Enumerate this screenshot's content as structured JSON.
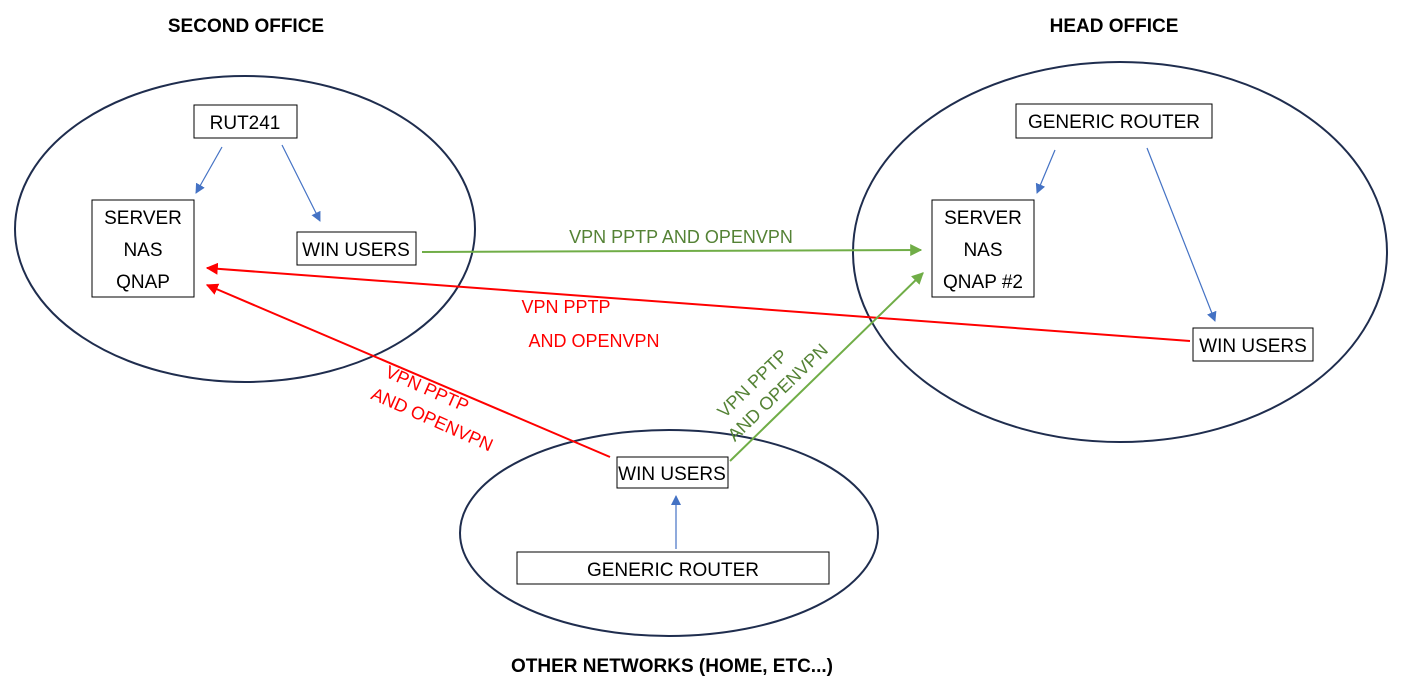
{
  "titles": {
    "second_office": "SECOND OFFICE",
    "head_office": "HEAD OFFICE",
    "other_networks": "OTHER NETWORKS (HOME, ETC...)"
  },
  "second_office": {
    "router": "RUT241",
    "server": [
      "SERVER",
      "NAS",
      "QNAP"
    ],
    "users": "WIN USERS"
  },
  "head_office": {
    "router": "GENERIC ROUTER",
    "server": [
      "SERVER",
      "NAS",
      "QNAP #2"
    ],
    "users": "WIN USERS"
  },
  "other_networks": {
    "users": "WIN USERS",
    "router": "GENERIC ROUTER"
  },
  "links": {
    "second_to_head": "VPN PPTP AND OPENVPN",
    "head_users_to_second": [
      "VPN PPTP",
      "AND OPENVPN"
    ],
    "other_to_second": [
      "VPN PPTP",
      "AND OPENVPN"
    ],
    "other_to_head": [
      "VPN PPTP",
      "AND OPENVPN"
    ]
  },
  "colors": {
    "outline": "#1f2d4e",
    "local_arrow": "#4472c4",
    "red_vpn": "#ff0000",
    "green_vpn": "#70ad47",
    "green_text": "#548235"
  }
}
